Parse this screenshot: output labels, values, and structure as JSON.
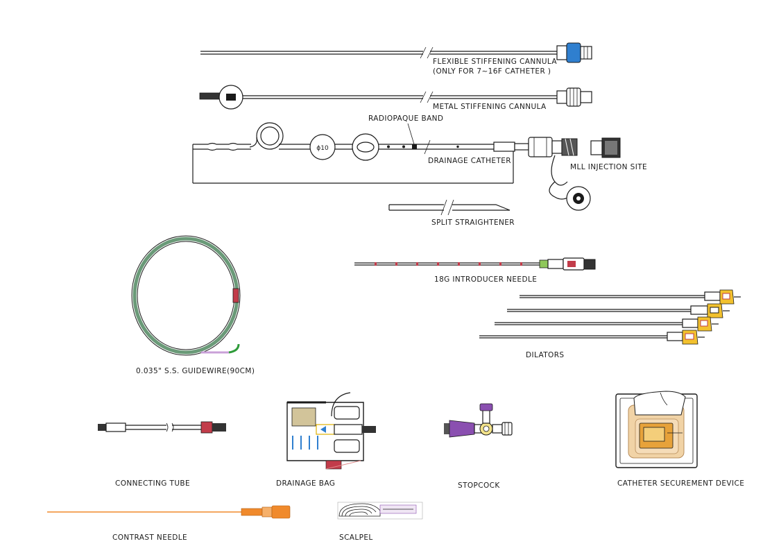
{
  "labels": {
    "flexible_cannula": "FLEXIBLE STIFFENING CANNULA",
    "flexible_cannula_note": "(ONLY FOR 7~16F CATHETER )",
    "metal_cannula": "METAL STIFFENING CANNULA",
    "radiopaque_band": "RADIOPAQUE BAND",
    "drainage_catheter": "DRAINAGE CATHETER",
    "mll_injection_site": "MLL INJECTION SITE",
    "split_straightener": "SPLIT STRAIGHTENER",
    "introducer_needle": "18G INTRODUCER NEEDLE",
    "dilators": "DILATORS",
    "guidewire": "0.035\" S.S. GUIDEWIRE(90CM)",
    "connecting_tube": "CONNECTING TUBE",
    "drainage_bag": "DRAINAGE BAG",
    "stopcock": "STOPCOCK",
    "securement_device": "CATHETER SECUREMENT DEVICE",
    "contrast_needle": "CONTRAST NEEDLE",
    "scalpel": "SCALPEL",
    "catheter_size_mark": "ϕ10"
  },
  "colors": {
    "line": "#1a1a1a",
    "hub_blue": "#2f7fcf",
    "guidewire_green": "#6a9a78",
    "guidewire_tip": "#2e9b3a",
    "needle_band": "#c23c4a",
    "needle_green": "#8fc75a",
    "dilator_yellow": "#f2c12e",
    "stopcock_purple": "#8a4fb0",
    "contrast_orange": "#f08a2c",
    "securement_tan": "#f1d3a6",
    "securement_orange": "#e7a23a",
    "bag_blue": "#2f7fcf"
  }
}
